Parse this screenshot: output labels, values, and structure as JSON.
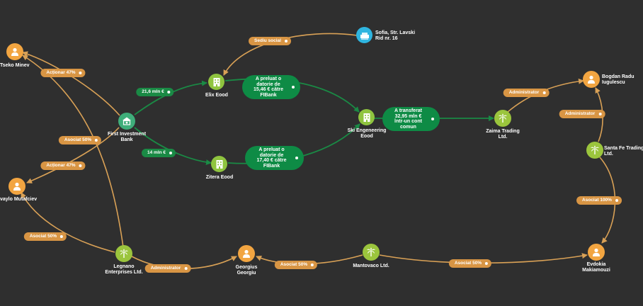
{
  "colors": {
    "background": "#2f2f2f",
    "person": "#f2a541",
    "company_palm": "#9bc53d",
    "company_building": "#8fc43f",
    "bank": "#3fae7a",
    "address": "#2fb5e0",
    "relation_pill": "#d89544",
    "money_flow": "#1a8a45"
  },
  "nodes": {
    "tseko_minev": {
      "label": "Tseko Minev",
      "icon": "person-icon"
    },
    "ivaylo_mutafciev": {
      "label": "vaylo Mutafciev",
      "icon": "person-icon"
    },
    "first_investment_bank": {
      "label_line1": "First Investment",
      "label_line2": "Bank",
      "icon": "bank-icon"
    },
    "sofia_address": {
      "label_line1": "Sofia, Str. Lavski",
      "label_line2": "Rid nr. 16",
      "icon": "address-icon"
    },
    "elix_eood": {
      "label": "Elix Eood",
      "icon": "building-icon"
    },
    "zitera_eood": {
      "label": "Zitera Eood",
      "icon": "building-icon"
    },
    "ski_engeneering": {
      "label_line1": "Ski Engeneering",
      "label_line2": "Eood",
      "icon": "building-icon"
    },
    "zaima_trading": {
      "label_line1": "Zaima Trading",
      "label_line2": "Ltd.",
      "icon": "palm-icon"
    },
    "bogdan_radu": {
      "label_line1": "Bogdan Radu",
      "label_line2": "Iugulescu",
      "icon": "person-icon"
    },
    "santa_fe": {
      "label_line1": "Santa Fe Trading",
      "label_line2": "Ltd.",
      "icon": "palm-icon"
    },
    "legnano": {
      "label_line1": "Legnano",
      "label_line2": "Enterprises Ltd.",
      "icon": "palm-icon"
    },
    "georgius": {
      "label_line1": "Georgius",
      "label_line2": "Georgiu",
      "icon": "person-icon"
    },
    "mantovaco": {
      "label": "Mantovaco Ltd.",
      "icon": "palm-icon"
    },
    "evdokia": {
      "label_line1": "Evdokia",
      "label_line2": "Makiamouzi",
      "icon": "person-icon"
    }
  },
  "relations": {
    "sediu_social": "Sediu social",
    "actionar_47_a": "Acționar 47%",
    "asociat_50_a": "Asociat 50%",
    "actionar_47_b": "Acționar 47%",
    "asociat_50_b": "Asociat 50%",
    "administrator_legnano": "Administrator",
    "asociat_50_georgius": "Asociat 50%",
    "asociat_50_mantovaco": "Asociat 50%",
    "asociat_100": "Asociat 100%",
    "administrator_santa_fe": "Administrator",
    "administrator_zaima": "Administrator",
    "loan_elix": "21,6 mln €",
    "loan_zitera": "14 mln €"
  },
  "flows": {
    "elix_transfer": {
      "line1": "A preluat o",
      "line2": "datorie de",
      "line3": "15,46 € către",
      "line4": "FIBank"
    },
    "zitera_transfer": {
      "line1": "A preluat o",
      "line2": "datorie de",
      "line3": "17,40 € către",
      "line4": "FIBank"
    },
    "ski_transfer": {
      "line1": "A transferat",
      "line2": "32,95 mln €",
      "line3": "într-un cont",
      "line4": "comun"
    }
  }
}
